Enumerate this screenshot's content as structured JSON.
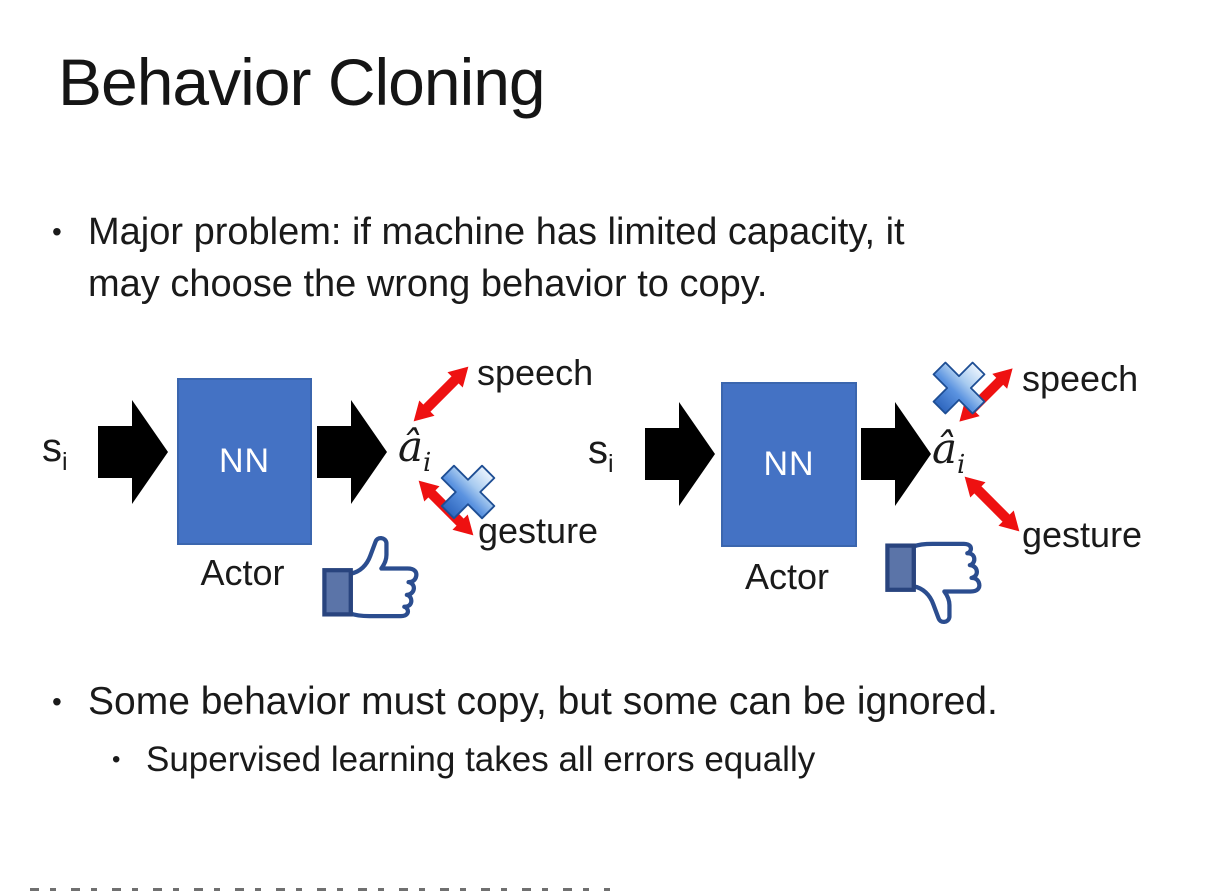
{
  "slide": {
    "title": "Behavior Cloning",
    "bullet_marker": "•",
    "bullets": {
      "problem_line1": "Major problem: if machine has limited capacity, it",
      "problem_line2": "may choose the wrong behavior to copy.",
      "copy_ignore": "Some behavior must copy, but some can be ignored.",
      "supervised": "Supervised learning takes all errors equally"
    }
  },
  "diagram_left": {
    "input": {
      "base": "s",
      "sub": "i"
    },
    "nn_label": "NN",
    "actor_label": "Actor",
    "output": {
      "base": "â",
      "sub": "i"
    },
    "speech_label": "speech",
    "gesture_label": "gesture",
    "crossed_out_action": "gesture",
    "feedback": "thumbs-up"
  },
  "diagram_right": {
    "input": {
      "base": "s",
      "sub": "i"
    },
    "nn_label": "NN",
    "actor_label": "Actor",
    "output": {
      "base": "â",
      "sub": "i"
    },
    "speech_label": "speech",
    "gesture_label": "gesture",
    "crossed_out_action": "speech",
    "feedback": "thumbs-down"
  },
  "colors": {
    "nn_box_fill": "#4472C4",
    "nn_box_border": "#3B66AE",
    "block_arrow": "#000000",
    "action_arrow_red": "#EE1111",
    "cross_blue": "#4A86D8",
    "thumb_outline": "#2B4D8F",
    "thumb_cuff": "#5B74A8",
    "text": "#1A1A1A"
  }
}
